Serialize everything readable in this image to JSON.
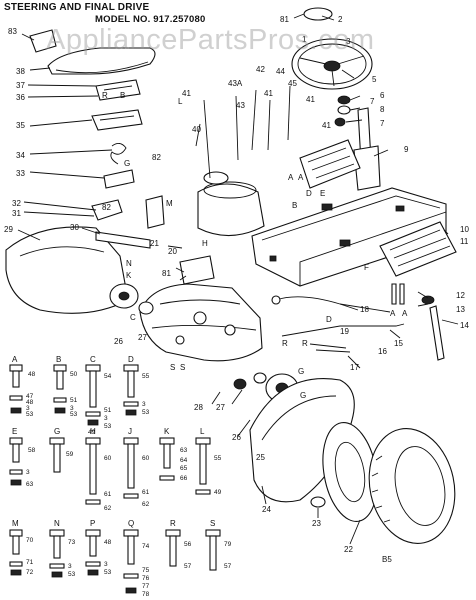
{
  "header": {
    "title": "STEERING AND FINAL DRIVE",
    "model": "MODEL NO. 917.257080"
  },
  "watermark": "AppliancePartsPros.com",
  "footer_code": "B5",
  "callouts": {
    "n1": "1",
    "n2": "2",
    "n3": "3",
    "n4": "4",
    "n5": "5",
    "n6": "6",
    "n7": "7",
    "n8": "8",
    "n9": "9",
    "n10": "10",
    "n11": "11",
    "n12": "12",
    "n13": "13",
    "n14": "14",
    "n15": "15",
    "n16": "16",
    "n17": "17",
    "n18": "18",
    "n19": "19",
    "n20": "20",
    "n21": "21",
    "n22": "22",
    "n23": "23",
    "n24": "24",
    "n25": "25",
    "n26": "26",
    "n27": "27",
    "n28": "28",
    "n29": "29",
    "n30": "30",
    "n31": "31",
    "n32": "32",
    "n33": "33",
    "n34": "34",
    "n35": "35",
    "n36": "36",
    "n37": "37",
    "n38": "38",
    "n40": "40",
    "n41": "41",
    "n42": "42",
    "n43": "43",
    "n43a": "43A",
    "n44": "44",
    "n45": "45",
    "n81": "81",
    "n82": "82",
    "n83": "83",
    "lA": "A",
    "lB": "B",
    "lC": "C",
    "lD": "D",
    "lE": "E",
    "lF": "F",
    "lG": "G",
    "lH": "H",
    "lK": "K",
    "lL": "L",
    "lM": "M",
    "lN": "N",
    "lP": "P",
    "lR": "R",
    "lS": "S"
  },
  "hardware_legend": [
    {
      "key": "A",
      "parts": [
        "48",
        "47",
        "48",
        "3",
        "53"
      ]
    },
    {
      "key": "B",
      "parts": [
        "50",
        "51",
        "3",
        "53"
      ]
    },
    {
      "key": "C",
      "parts": [
        "54",
        "51",
        "3",
        "53",
        "49"
      ]
    },
    {
      "key": "D",
      "parts": [
        "55",
        "3",
        "53"
      ]
    },
    {
      "key": "E",
      "parts": [
        "58",
        "3",
        "63"
      ]
    },
    {
      "key": "G",
      "parts": [
        "59"
      ]
    },
    {
      "key": "H",
      "parts": [
        "60",
        "61",
        "62"
      ]
    },
    {
      "key": "J",
      "parts": [
        "60",
        "61",
        "62"
      ]
    },
    {
      "key": "K",
      "parts": [
        "63",
        "64",
        "65",
        "66"
      ]
    },
    {
      "key": "L",
      "parts": [
        "55",
        "49"
      ]
    },
    {
      "key": "M",
      "parts": [
        "70",
        "71",
        "72"
      ]
    },
    {
      "key": "N",
      "parts": [
        "73",
        "3",
        "53"
      ]
    },
    {
      "key": "P",
      "parts": [
        "48",
        "3",
        "53"
      ]
    },
    {
      "key": "Q",
      "parts": [
        "74",
        "75",
        "76",
        "77",
        "78"
      ]
    },
    {
      "key": "R",
      "parts": [
        "56",
        "57"
      ]
    },
    {
      "key": "S",
      "parts": [
        "79",
        "57"
      ]
    }
  ]
}
